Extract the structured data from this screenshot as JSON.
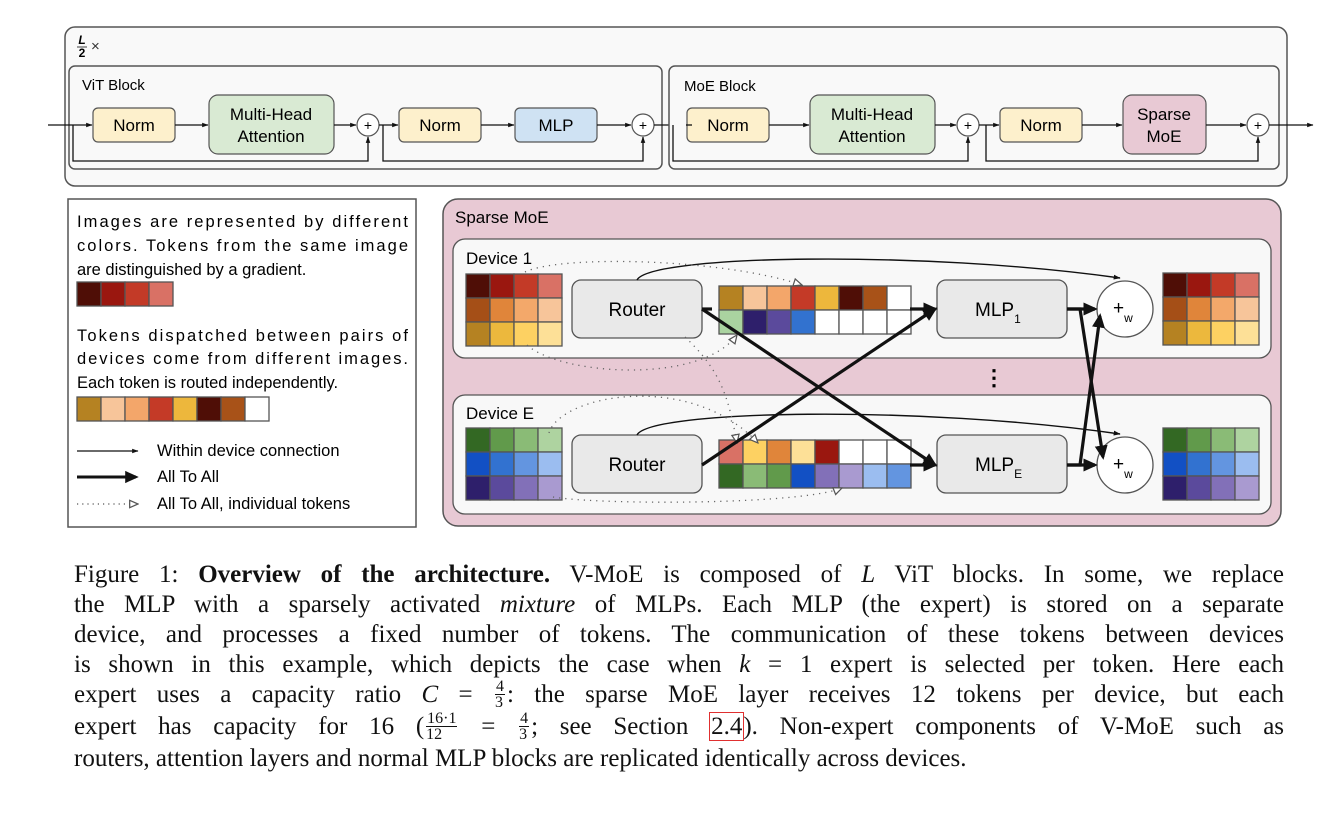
{
  "top_diagram": {
    "repeat_label_num": "L",
    "repeat_label_den": "2",
    "repeat_label_suffix": "×",
    "vit_block": {
      "title": "ViT Block",
      "norm1": "Norm",
      "attention_line1": "Multi-Head",
      "attention_line2": "Attention",
      "norm2": "Norm",
      "mlp": "MLP",
      "add": "+"
    },
    "moe_block": {
      "title": "MoE Block",
      "norm1": "Norm",
      "attention_line1": "Multi-Head",
      "attention_line2": "Attention",
      "norm2": "Norm",
      "moe_line1": "Sparse",
      "moe_line2": "MoE",
      "add": "+"
    }
  },
  "legend": {
    "text1_lines": [
      "Images are represented by different",
      "colors. Tokens from the same image",
      "are distinguished by a gradient."
    ],
    "gradient_swatches": [
      "#4f0e06",
      "#9a170f",
      "#c33a27",
      "#d97165"
    ],
    "text2_lines": [
      "Tokens dispatched between pairs of",
      "devices come from different images.",
      "Each token is routed independently."
    ],
    "dispatch_swatches": [
      "#b58222",
      "#f7c59a",
      "#f3a66a",
      "#c43a27",
      "#edb73c",
      "#4f0e06",
      "#a85218",
      "#ffffff"
    ],
    "arrow_items": [
      {
        "style": "thin",
        "label": "Within device connection"
      },
      {
        "style": "thick",
        "label": "All To All"
      },
      {
        "style": "dotted",
        "label": "All To All, individual tokens"
      }
    ]
  },
  "sparse_moe": {
    "title": "Sparse MoE",
    "ellipsis": "⋮",
    "devices": [
      {
        "name": "Device 1",
        "router": "Router",
        "mlp": "MLP",
        "mlp_sub": "1",
        "combine": "+",
        "combine_sub": "w",
        "input_grid": [
          [
            "#4f0e06",
            "#9a170f",
            "#c33a27",
            "#d97165"
          ],
          [
            "#a54f17",
            "#e0853a",
            "#f3a86a",
            "#f7c59a"
          ],
          [
            "#b58222",
            "#ecb83d",
            "#fdd162",
            "#fde097"
          ]
        ],
        "dispatch_buffer": [
          [
            "#b58222",
            "#f7c59a",
            "#f3a66a",
            "#c43a27",
            "#edb73c",
            "#4f0e06",
            "#a85218",
            "#ffffff"
          ],
          [
            "#aad3a0",
            "#2e1f6b",
            "#5b4a9c",
            "#3272cf",
            "#ffffff",
            "#ffffff",
            "#ffffff",
            "#ffffff"
          ]
        ],
        "output_grid": [
          [
            "#4f0e06",
            "#9a170f",
            "#c33a27",
            "#d97165"
          ],
          [
            "#a54f17",
            "#e0853a",
            "#f3a86a",
            "#f7c59a"
          ],
          [
            "#b58222",
            "#ecb83d",
            "#fdd162",
            "#fde097"
          ]
        ]
      },
      {
        "name": "Device E",
        "router": "Router",
        "mlp": "MLP",
        "mlp_sub": "E",
        "combine": "+",
        "combine_sub": "w",
        "input_grid": [
          [
            "#336823",
            "#619a4b",
            "#8abb76",
            "#aed3a0"
          ],
          [
            "#1250c4",
            "#3272d0",
            "#6395e0",
            "#9bbdf0"
          ],
          [
            "#2e1f6b",
            "#5b4a9c",
            "#8270b8",
            "#a99ad0"
          ]
        ],
        "dispatch_buffer": [
          [
            "#d97165",
            "#fdd162",
            "#e0853a",
            "#fde097",
            "#9a170f",
            "#ffffff",
            "#ffffff",
            "#ffffff"
          ],
          [
            "#336823",
            "#8abb76",
            "#619a4b",
            "#1250c4",
            "#8270b8",
            "#a99ad0",
            "#9bbdf0",
            "#6395e0"
          ]
        ],
        "output_grid": [
          [
            "#336823",
            "#619a4b",
            "#8abb76",
            "#aed3a0"
          ],
          [
            "#1250c4",
            "#3272d0",
            "#6395e0",
            "#9bbdf0"
          ],
          [
            "#2e1f6b",
            "#5b4a9c",
            "#8270b8",
            "#a99ad0"
          ]
        ]
      }
    ]
  },
  "colors": {
    "norm_fill": "#fdf0cc",
    "attention_fill": "#d9ead3",
    "mlp_fill": "#cfe2f3",
    "sparse_moe_fill": "#e8c9d4",
    "router_fill": "#e9e9e9",
    "device_fill": "#f8f8f8",
    "outer_fill": "#f9f9f9",
    "ref_box": "#e03030"
  },
  "caption": {
    "figure_label": "Figure 1:",
    "bold_title": "Overview of the architecture.",
    "line1_rest_a": "V-MoE is composed of",
    "line1_italic_L": "L",
    "line1_rest_b": "ViT blocks. In some, we replace",
    "line2_a": "the MLP with a sparsely activated",
    "line2_italic": "mixture",
    "line2_b": "of MLPs. Each MLP (the expert) is stored on a separate",
    "line3": "device, and processes a fixed number of tokens. The communication of these tokens between devices",
    "line4_a": "is shown in this example, which depicts the case when",
    "line4_italic_k": "k",
    "line4_b": "= 1 expert is selected per token. Here each",
    "line5_a": "expert uses a capacity ratio",
    "line5_italic_C": "C",
    "line5_eq": "=",
    "line5_frac_num": "4",
    "line5_frac_den": "3",
    "line5_b": ": the sparse MoE layer receives 12 tokens per device, but each",
    "line6_a": "expert has capacity for 16 (",
    "line6_frac1_num": "16·1",
    "line6_frac1_den": "12",
    "line6_eq": "=",
    "line6_frac2_num": "4",
    "line6_frac2_den": "3",
    "line6_b": "; see Section",
    "line6_ref": "2.4",
    "line6_c": "). Non-expert components of V-MoE such as",
    "line7": "routers, attention layers and normal MLP blocks are replicated identically across devices."
  }
}
